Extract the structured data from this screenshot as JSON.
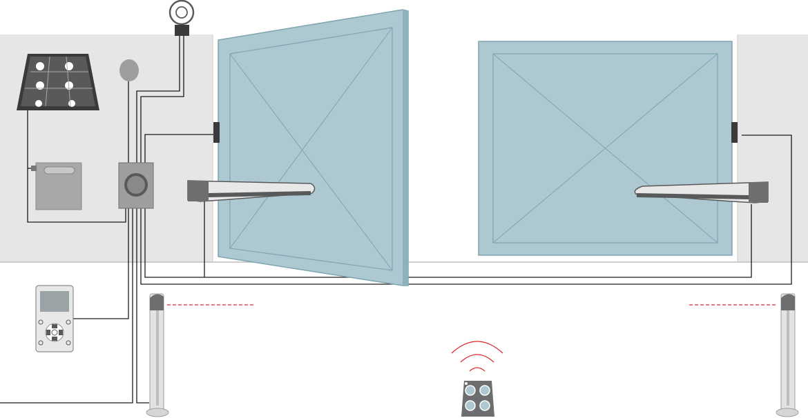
{
  "diagram": {
    "kind": "swing-gate-automation-installation",
    "colors": {
      "background": "#ffffff",
      "wall": "#e6e6e6",
      "wall_line": "#bdbdbd",
      "gate_fill": "#adc8d0",
      "gate_stroke": "#7ea4b0",
      "device_gray": "#9e9e9e",
      "device_dark": "#58595b",
      "wire": "#1a1a1a",
      "signal_red": "#e0262a",
      "photocell_post": "#d6d6d6"
    },
    "components": [
      {
        "name": "solar-panel",
        "icon": "solar-panel-icon"
      },
      {
        "name": "flashing-light",
        "icon": "flashing-lamp-icon"
      },
      {
        "name": "antenna",
        "icon": "antenna-icon"
      },
      {
        "name": "battery-box",
        "icon": "battery-icon"
      },
      {
        "name": "control-unit",
        "icon": "control-box-icon"
      },
      {
        "name": "keypad-control",
        "icon": "keypad-icon"
      },
      {
        "name": "gate-left-leaf",
        "icon": "gate-leaf-icon"
      },
      {
        "name": "gate-right-leaf",
        "icon": "gate-leaf-icon"
      },
      {
        "name": "actuator-left",
        "icon": "actuator-arm-icon"
      },
      {
        "name": "actuator-right",
        "icon": "actuator-arm-icon"
      },
      {
        "name": "photocell-left",
        "icon": "photocell-post-icon"
      },
      {
        "name": "photocell-right",
        "icon": "photocell-post-icon"
      },
      {
        "name": "remote-control",
        "icon": "remote-control-icon"
      },
      {
        "name": "radio-signal",
        "icon": "radio-waves-icon"
      }
    ]
  }
}
